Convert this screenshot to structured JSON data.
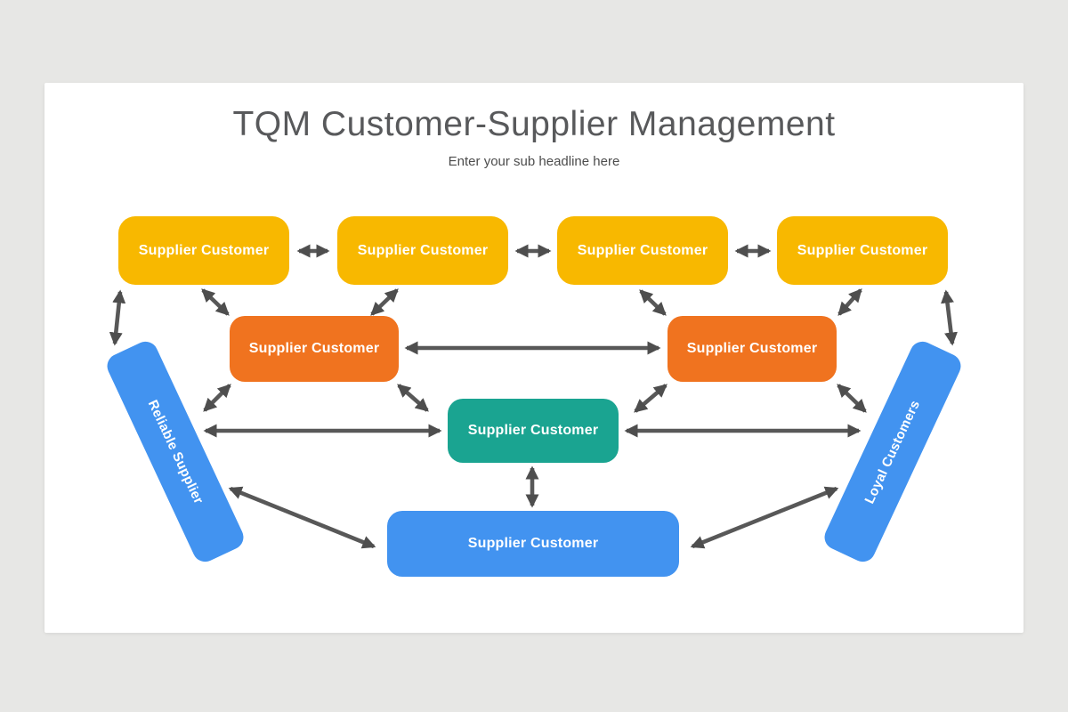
{
  "slide": {
    "title": "TQM Customer-Supplier Management",
    "subtitle": "Enter your sub headline here"
  },
  "nodes": {
    "top1": {
      "label": "Supplier Customer",
      "color": "#f8b800"
    },
    "top2": {
      "label": "Supplier Customer",
      "color": "#f8b800"
    },
    "top3": {
      "label": "Supplier Customer",
      "color": "#f8b800"
    },
    "top4": {
      "label": "Supplier Customer",
      "color": "#f8b800"
    },
    "midLeft": {
      "label": "Supplier Customer",
      "color": "#f0731f"
    },
    "midRight": {
      "label": "Supplier Customer",
      "color": "#f0731f"
    },
    "center": {
      "label": "Supplier Customer",
      "color": "#1aa491"
    },
    "bottom": {
      "label": "Supplier Customer",
      "color": "#4293f0"
    },
    "leftBar": {
      "label": "Reliable Supplier",
      "color": "#4293f0"
    },
    "rightBar": {
      "label": "Loyal Customers",
      "color": "#4293f0"
    }
  },
  "colors": {
    "background": "#e7e7e5",
    "slide": "#ffffff",
    "arrow": "#555555",
    "title_text": "#58595b",
    "subtitle_text": "#4c4c4c",
    "node_text": "#ffffff"
  }
}
